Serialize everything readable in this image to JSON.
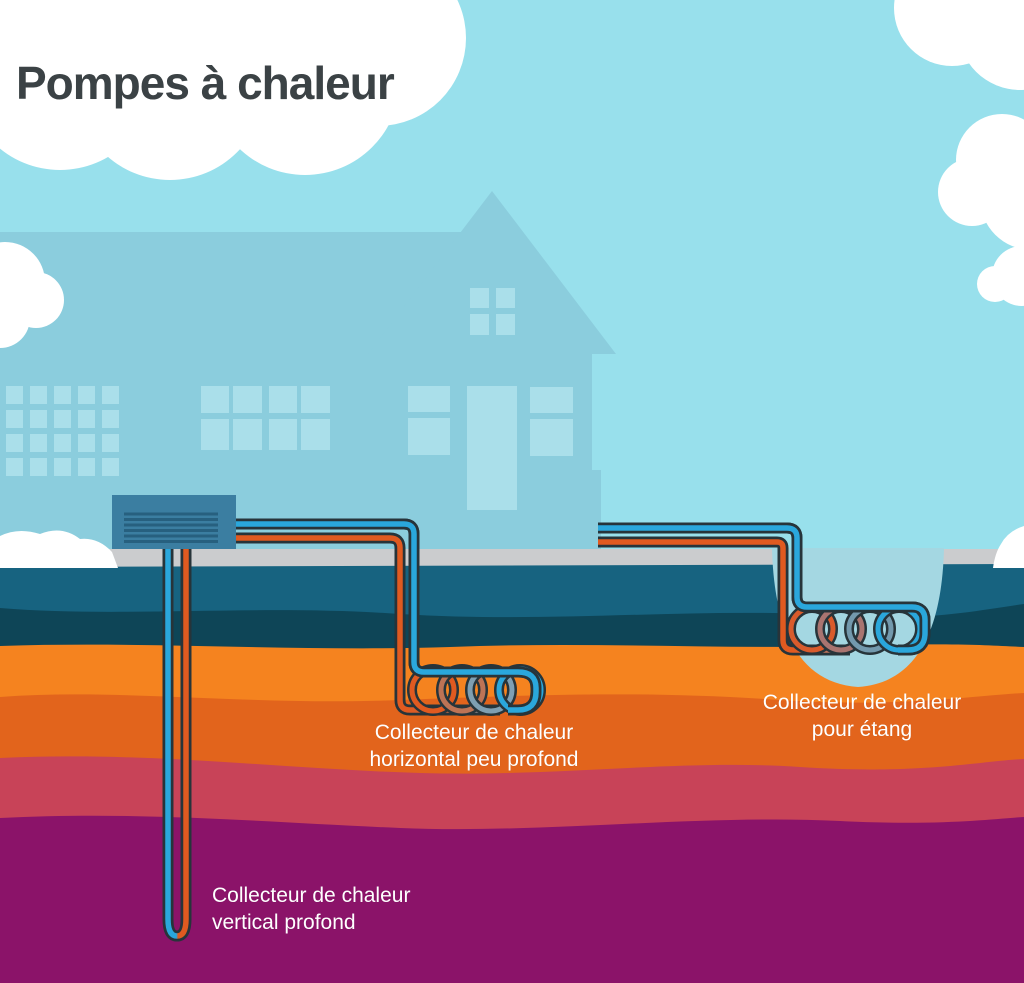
{
  "title": "Pompes à chaleur",
  "labels": {
    "vertical_collector": {
      "line1": "Collecteur de chaleur",
      "line2": "vertical profond"
    },
    "horizontal_collector": {
      "line1": "Collecteur de chaleur",
      "line2": "horizontal peu profond"
    },
    "pond_collector": {
      "line1": "Collecteur de chaleur",
      "line2": "pour étang"
    }
  },
  "colors": {
    "sky": "#98e0ec",
    "cloud": "#ffffff",
    "house": "#8bcddd",
    "window": "#aadfea",
    "surface_gray": "#cbccce",
    "layer_teal": "#176380",
    "layer_navy": "#0e4557",
    "layer_orange": "#f5831f",
    "layer_dark_orange": "#e2641c",
    "layer_crimson": "#c84358",
    "layer_purple": "#8b1369",
    "pond_water": "#a4d7e2",
    "heat_pump_box": "#3b7ea1",
    "heat_pump_vents": "#27607f",
    "pipe_blue": "#2aa7dc",
    "pipe_orange": "#e05a20",
    "pipe_outline": "#27343a",
    "title_text": "#3b4245",
    "label_text": "#ffffff"
  }
}
